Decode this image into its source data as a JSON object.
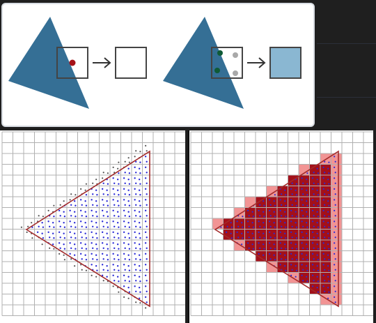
{
  "colors": {
    "triangle_fill": "#356f95",
    "sample_red": "#a51218",
    "sample_green": "#0f5a36",
    "sample_gray": "#a9a9a9",
    "pixel_blank": "#ffffff",
    "pixel_blended": "#8ab7d2",
    "arrow": "#333333",
    "grid_line": "#b0b0b0",
    "triangle_edge": "#a32a2a",
    "dot_inside": "#2b2bd6",
    "dot_outside": "#555555",
    "cell_full": "#a3101a",
    "cell_partial": "#f29494"
  },
  "icons": {
    "single_sample_arrow": "right-arrow-icon",
    "multi_sample_arrow": "right-arrow-icon"
  },
  "diagram": {
    "single_sample": {
      "coverage": 0
    },
    "multi_sample": {
      "samples_total": 4,
      "samples_covered": 2,
      "coverage": 0.5
    }
  }
}
